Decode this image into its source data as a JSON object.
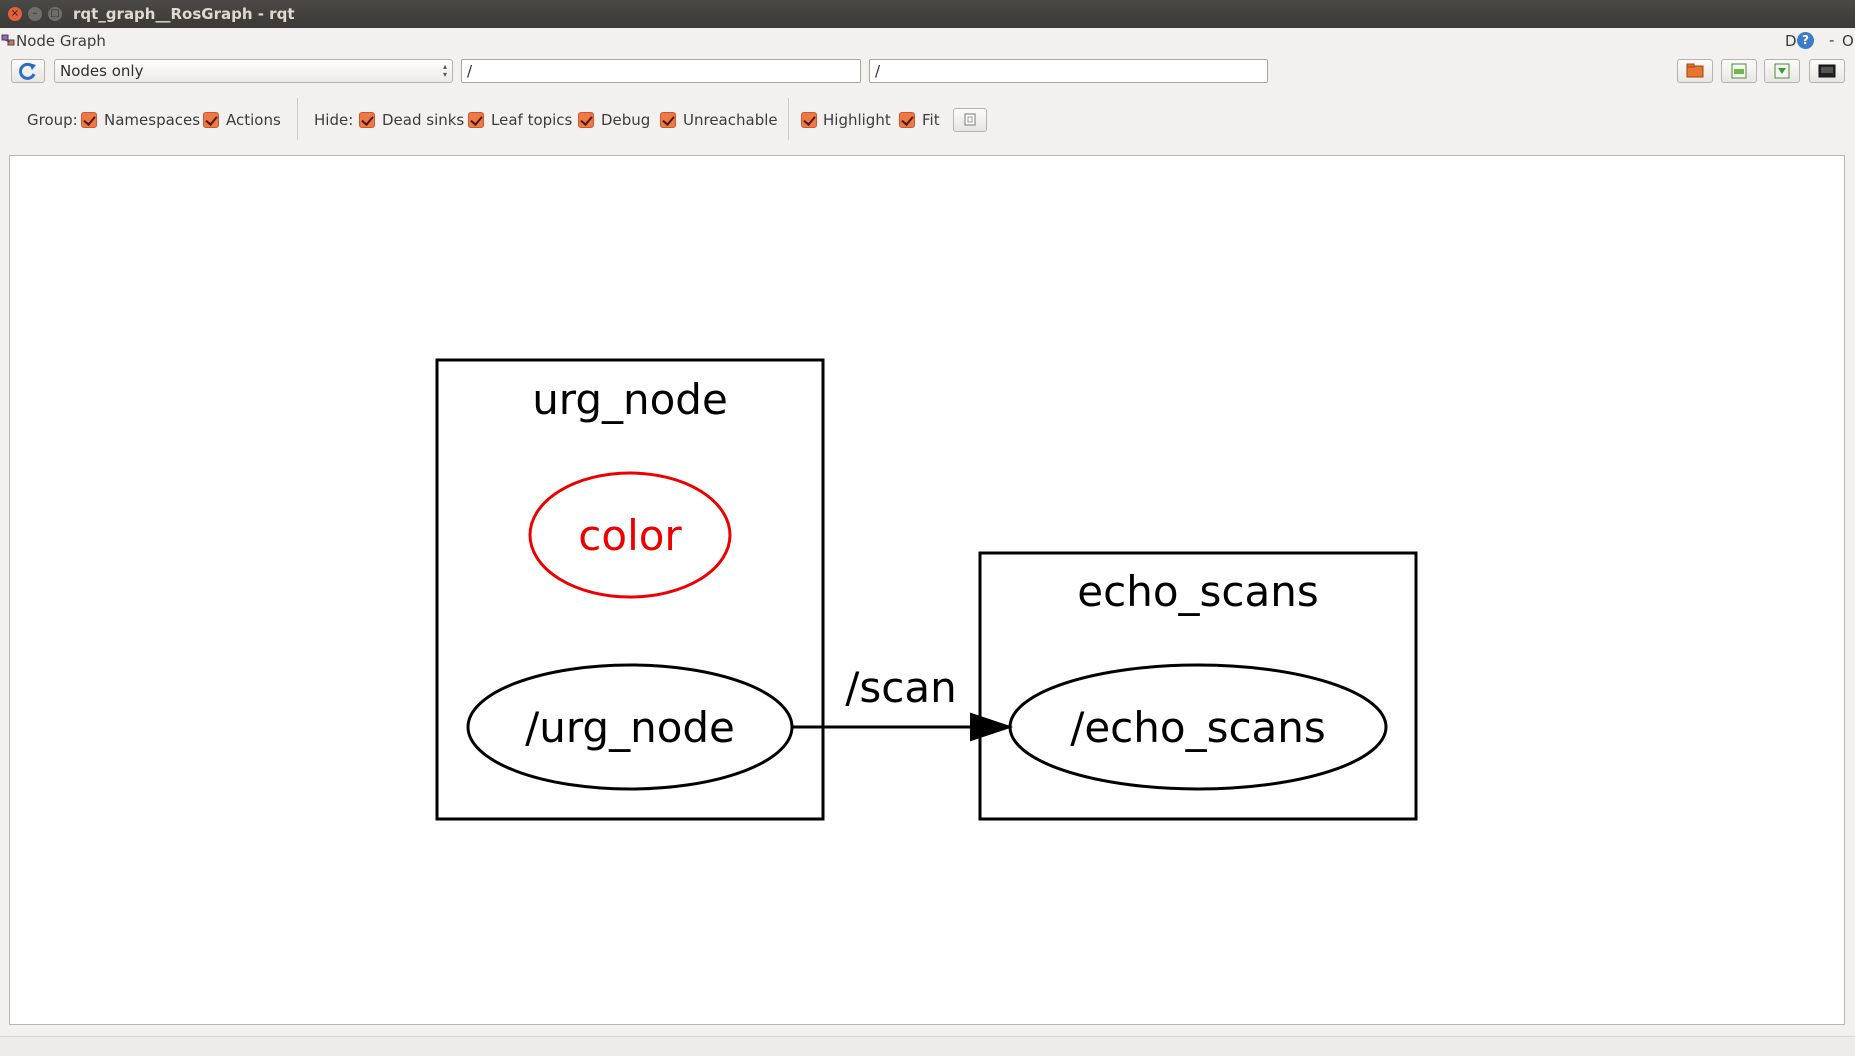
{
  "window": {
    "title": "rqt_graph__RosGraph - rqt",
    "controls": {
      "close": "×",
      "minimize": "–",
      "maximize": "□"
    }
  },
  "plugin": {
    "title": "Node Graph",
    "header_d": "D",
    "help": "?",
    "dash": "-",
    "o": "O"
  },
  "toolbar": {
    "graph_mode": "Nodes only",
    "node_filter": "/",
    "topic_filter": "/"
  },
  "options": {
    "group_label": "Group:",
    "namespaces": "Namespaces",
    "actions": "Actions",
    "hide_label": "Hide:",
    "dead_sinks": "Dead sinks",
    "leaf_topics": "Leaf topics",
    "debug": "Debug",
    "unreachable": "Unreachable",
    "highlight": "Highlight",
    "fit": "Fit"
  },
  "graph": {
    "namespaces": [
      "urg_node",
      "echo_scans"
    ],
    "nodes": [
      "color",
      "/urg_node",
      "/echo_scans"
    ],
    "edges": [
      {
        "from": "/urg_node",
        "to": "/echo_scans",
        "label": "/scan"
      }
    ]
  },
  "colors": {
    "highlight_node": "#ee0000",
    "checkbox": "#f07746",
    "titlebar": "#3b3a37"
  }
}
